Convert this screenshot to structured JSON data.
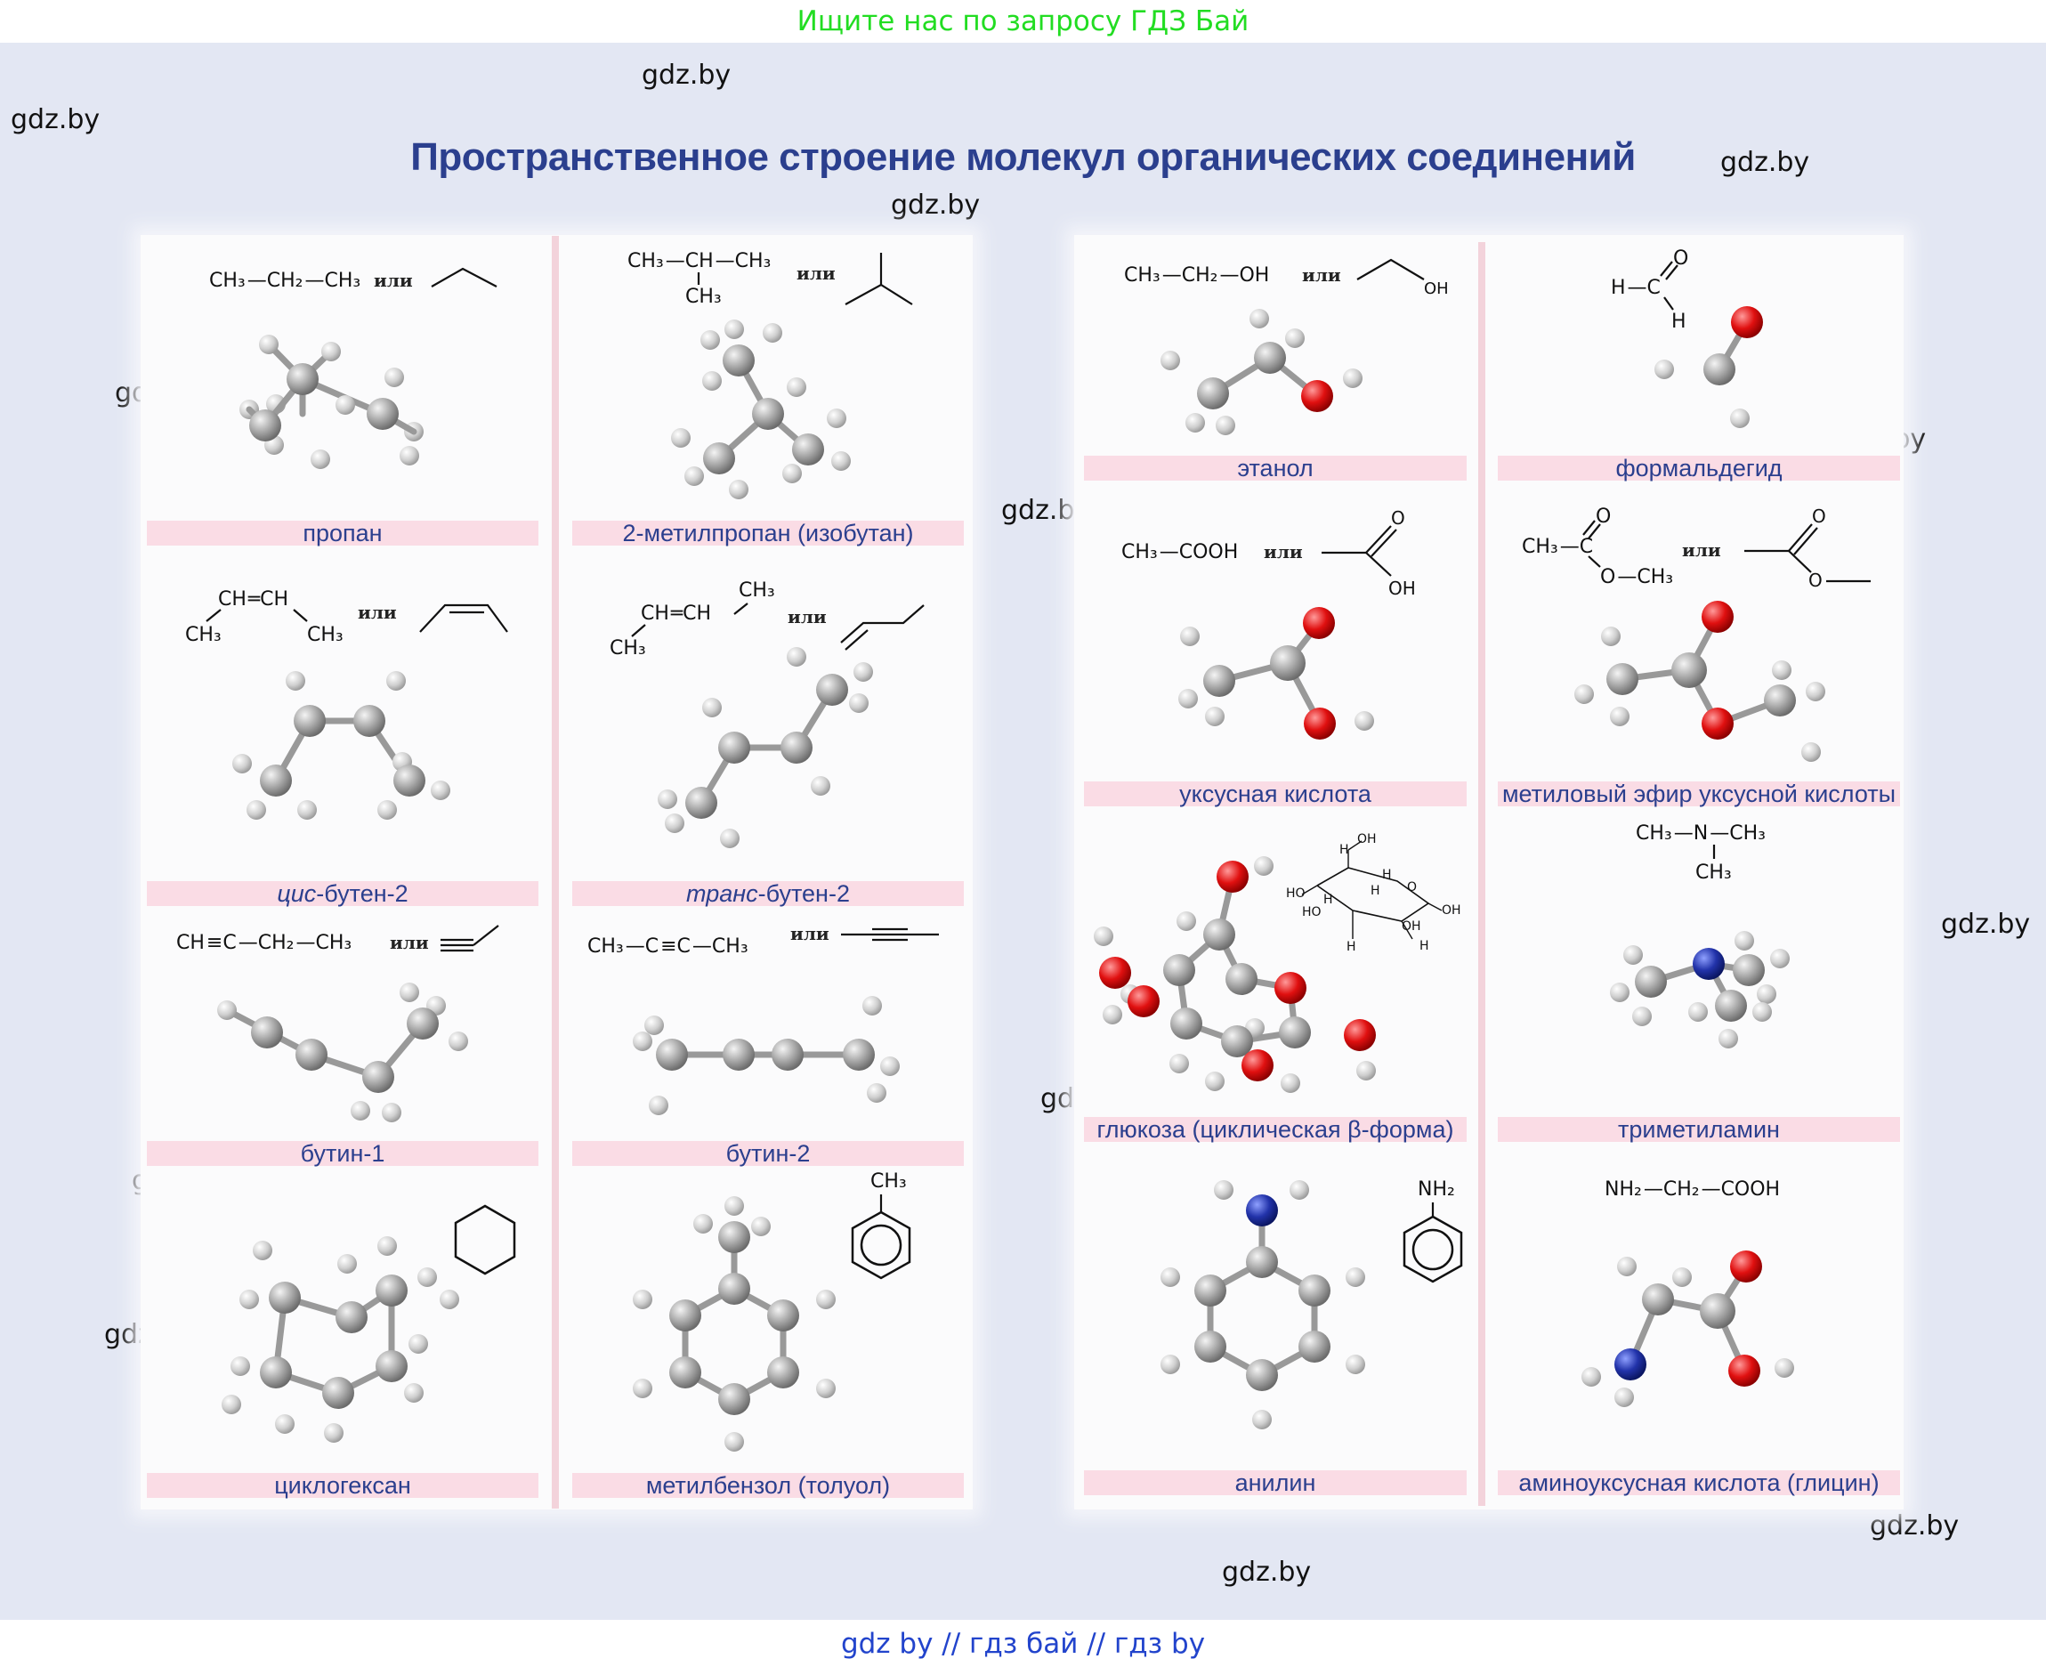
{
  "top_banner": "Ищите нас по запросу ГДЗ Бай",
  "bottom_banner": "gdz by  //  гдз бай  //  гдз by",
  "title": "Пространственное строение  молекул органических соединений",
  "watermark": "gdz.by",
  "or_word": "или",
  "colors": {
    "accent": "#2b3f8e",
    "label_bg": "#fadce5",
    "banner_green": "#22dd22",
    "link_blue": "#2244cc",
    "carbon": "#9a9a9a",
    "oxygen": "#e01010",
    "nitrogen": "#2233aa"
  },
  "molecules": {
    "propane": {
      "name": "пропан",
      "formula": [
        "CH₃",
        "CH₂",
        "CH₃"
      ]
    },
    "isobutane": {
      "name": "2-метилпропан (изобутан)",
      "formula": [
        "CH₃",
        "CH",
        "CH₃",
        "CH₃"
      ]
    },
    "cis_butene": {
      "name_italic": "цис",
      "name_rest": "-бутен-2",
      "formula": [
        "CH",
        "CH",
        "CH₃",
        "CH₃"
      ]
    },
    "trans_butene": {
      "name_italic": "транс",
      "name_rest": "-бутен-2",
      "formula": [
        "CH",
        "CH",
        "CH₃",
        "CH₃"
      ]
    },
    "butyne1": {
      "name": "бутин-1",
      "formula": [
        "CH",
        "C",
        "CH₂",
        "CH₃"
      ]
    },
    "butyne2": {
      "name": "бутин-2",
      "formula": [
        "CH₃",
        "C",
        "C",
        "CH₃"
      ]
    },
    "cyclohexane": {
      "name": "циклогексан"
    },
    "toluene": {
      "name": "метилбензол (толуол)",
      "formula": [
        "CH₃"
      ]
    },
    "ethanol": {
      "name": "этанол",
      "formula": [
        "CH₃",
        "CH₂",
        "OH"
      ],
      "skeletal_label": "OH"
    },
    "formaldehyde": {
      "name": "формальдегид",
      "formula": [
        "H",
        "C",
        "O",
        "H"
      ]
    },
    "acetic_acid": {
      "name": "уксусная кислота",
      "formula": [
        "CH₃",
        "COOH"
      ],
      "skeletal_labels": [
        "O",
        "OH"
      ]
    },
    "methyl_acetate": {
      "name": "метиловый эфир уксусной кислоты",
      "formula": [
        "CH₃",
        "C",
        "O",
        "O",
        "CH₃"
      ],
      "skeletal_labels": [
        "O",
        "O"
      ]
    },
    "glucose": {
      "name": "глюкоза (циклическая β-форма)",
      "small_labels": [
        "OH",
        "H",
        "HO",
        "H",
        "HO",
        "H",
        "OH",
        "H",
        "OH",
        "H",
        "H",
        "O"
      ]
    },
    "trimethylamine": {
      "name": "триметиламин",
      "formula": [
        "CH₃",
        "N",
        "CH₃",
        "CH₃"
      ]
    },
    "aniline": {
      "name": "анилин",
      "formula": [
        "NH₂"
      ]
    },
    "glycine": {
      "name": "аминоуксусная кислота (глицин)",
      "formula": [
        "NH₂",
        "CH₂",
        "COOH"
      ]
    }
  }
}
